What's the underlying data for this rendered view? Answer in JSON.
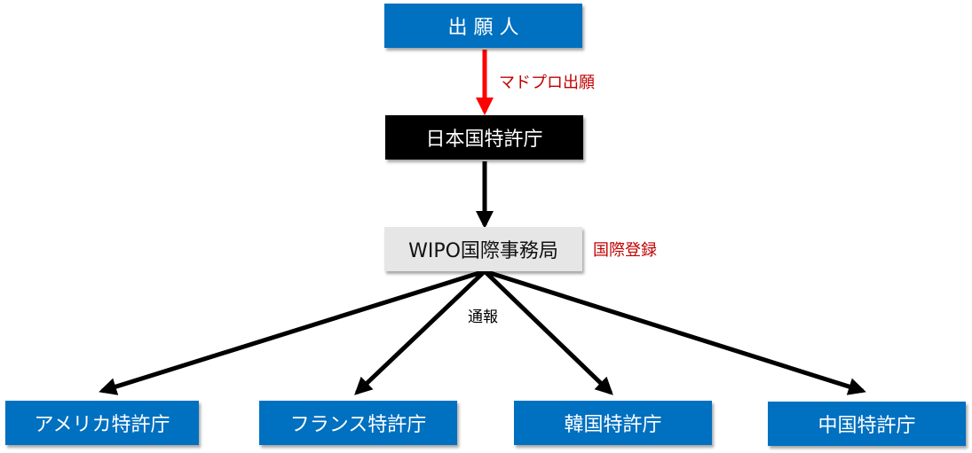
{
  "colors": {
    "blue": "#0070C0",
    "black": "#000000",
    "grey": "#E6E6E6",
    "red_label": "#C00000",
    "red_arrow": "#FF0000",
    "arrow": "#000000"
  },
  "nodes": {
    "applicant": "出 願 人",
    "jpo": "日本国特許庁",
    "wipo": "WIPO国際事務局",
    "usa": "アメリカ特許庁",
    "france": "フランス特許庁",
    "korea": "韓国特許庁",
    "china": "中国特許庁"
  },
  "labels": {
    "madrid_filing": "マドプロ出願",
    "intl_registration": "国際登録",
    "notification": "通報"
  }
}
